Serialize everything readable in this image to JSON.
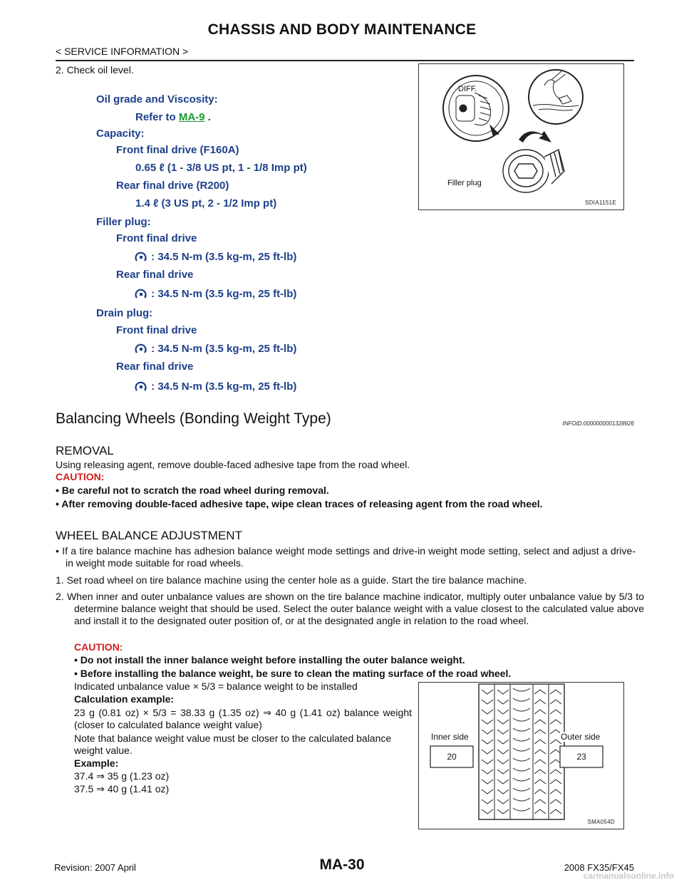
{
  "header": {
    "title": "CHASSIS AND BODY MAINTENANCE",
    "subtitle": "< SERVICE INFORMATION >"
  },
  "step2": {
    "text": "2.  Check oil level."
  },
  "specs": {
    "oil_grade_label": "Oil grade and Viscosity:",
    "refer_prefix": "Refer to ",
    "refer_link": "MA-9",
    "refer_suffix": " .",
    "capacity_label": "Capacity:",
    "front_final_drive_model": "Front final drive (F160A)",
    "front_capacity": "0.65 ℓ (1 - 3/8 US pt, 1 - 1/8 Imp pt)",
    "rear_final_drive_model": "Rear final drive (R200)",
    "rear_capacity": "1.4 ℓ  (3 US pt, 2 - 1/2 Imp pt)",
    "filler_plug_label": "Filler plug:",
    "drain_plug_label": "Drain plug:",
    "front_final_drive": "Front final drive",
    "rear_final_drive": "Rear final drive",
    "torque_value": ": 34.5 N-m (3.5 kg-m, 25 ft-lb)"
  },
  "figure1": {
    "diff_label": "DIFF.",
    "filler_plug_label": "Filler plug",
    "code": "SDIA1151E"
  },
  "section": {
    "title": "Balancing Wheels (Bonding Weight Type)",
    "infoid": "INFOID:0000000001328926"
  },
  "removal": {
    "title": "REMOVAL",
    "text": "Using releasing agent, remove double-faced adhesive tape from the road wheel.",
    "caution_label": "CAUTION:",
    "caution1": "•  Be careful not to scratch the road wheel during removal.",
    "caution2": "•  After removing double-faced adhesive tape, wipe clean traces of releasing agent from the road wheel."
  },
  "adjust": {
    "title": "WHEEL BALANCE ADJUSTMENT",
    "bullet1": "•  If a tire balance machine has adhesion balance weight mode settings and drive-in weight mode setting, select and adjust a drive-in weight mode suitable for road wheels.",
    "step1": "1.   Set road wheel on tire balance machine using the center hole as a guide. Start the tire balance machine.",
    "step2": "2.   When inner and outer unbalance values are shown on the tire balance machine indicator, multiply outer unbalance value by 5/3 to determine balance weight that should be used. Select the outer balance weight with a value closest to the calculated value above and install it to the designated outer position of, or at the designated angle in relation to the road wheel.",
    "caution_label": "CAUTION:",
    "caution1": "•  Do not install the inner balance weight before installing the outer balance weight.",
    "caution2": "•  Before installing the balance weight, be sure to clean the mating surface of the road wheel.",
    "formula": "Indicated unbalance value × 5/3 = balance weight to be installed",
    "calc_label": "Calculation example:",
    "calc_text": "23 g (0.81 oz) × 5/3 = 38.33 g (1.35 oz) ⇒ 40 g (1.41 oz) balance weight (closer to calculated balance weight value)",
    "note": "Note that balance weight value must be closer to the calculated balance weight value.",
    "example_label": "Example:",
    "ex1": "37.4 ⇒ 35 g (1.23 oz)",
    "ex2": "37.5 ⇒ 40 g (1.41 oz)"
  },
  "figure2": {
    "inner_label": "Inner side",
    "outer_label": "Outer side",
    "inner_value": "20",
    "outer_value": "23",
    "code": "SMA054D"
  },
  "footer": {
    "page_number": "MA-30",
    "revision": "Revision: 2007 April",
    "model": "2008 FX35/FX45",
    "watermark": "carmanualsonline.info"
  }
}
